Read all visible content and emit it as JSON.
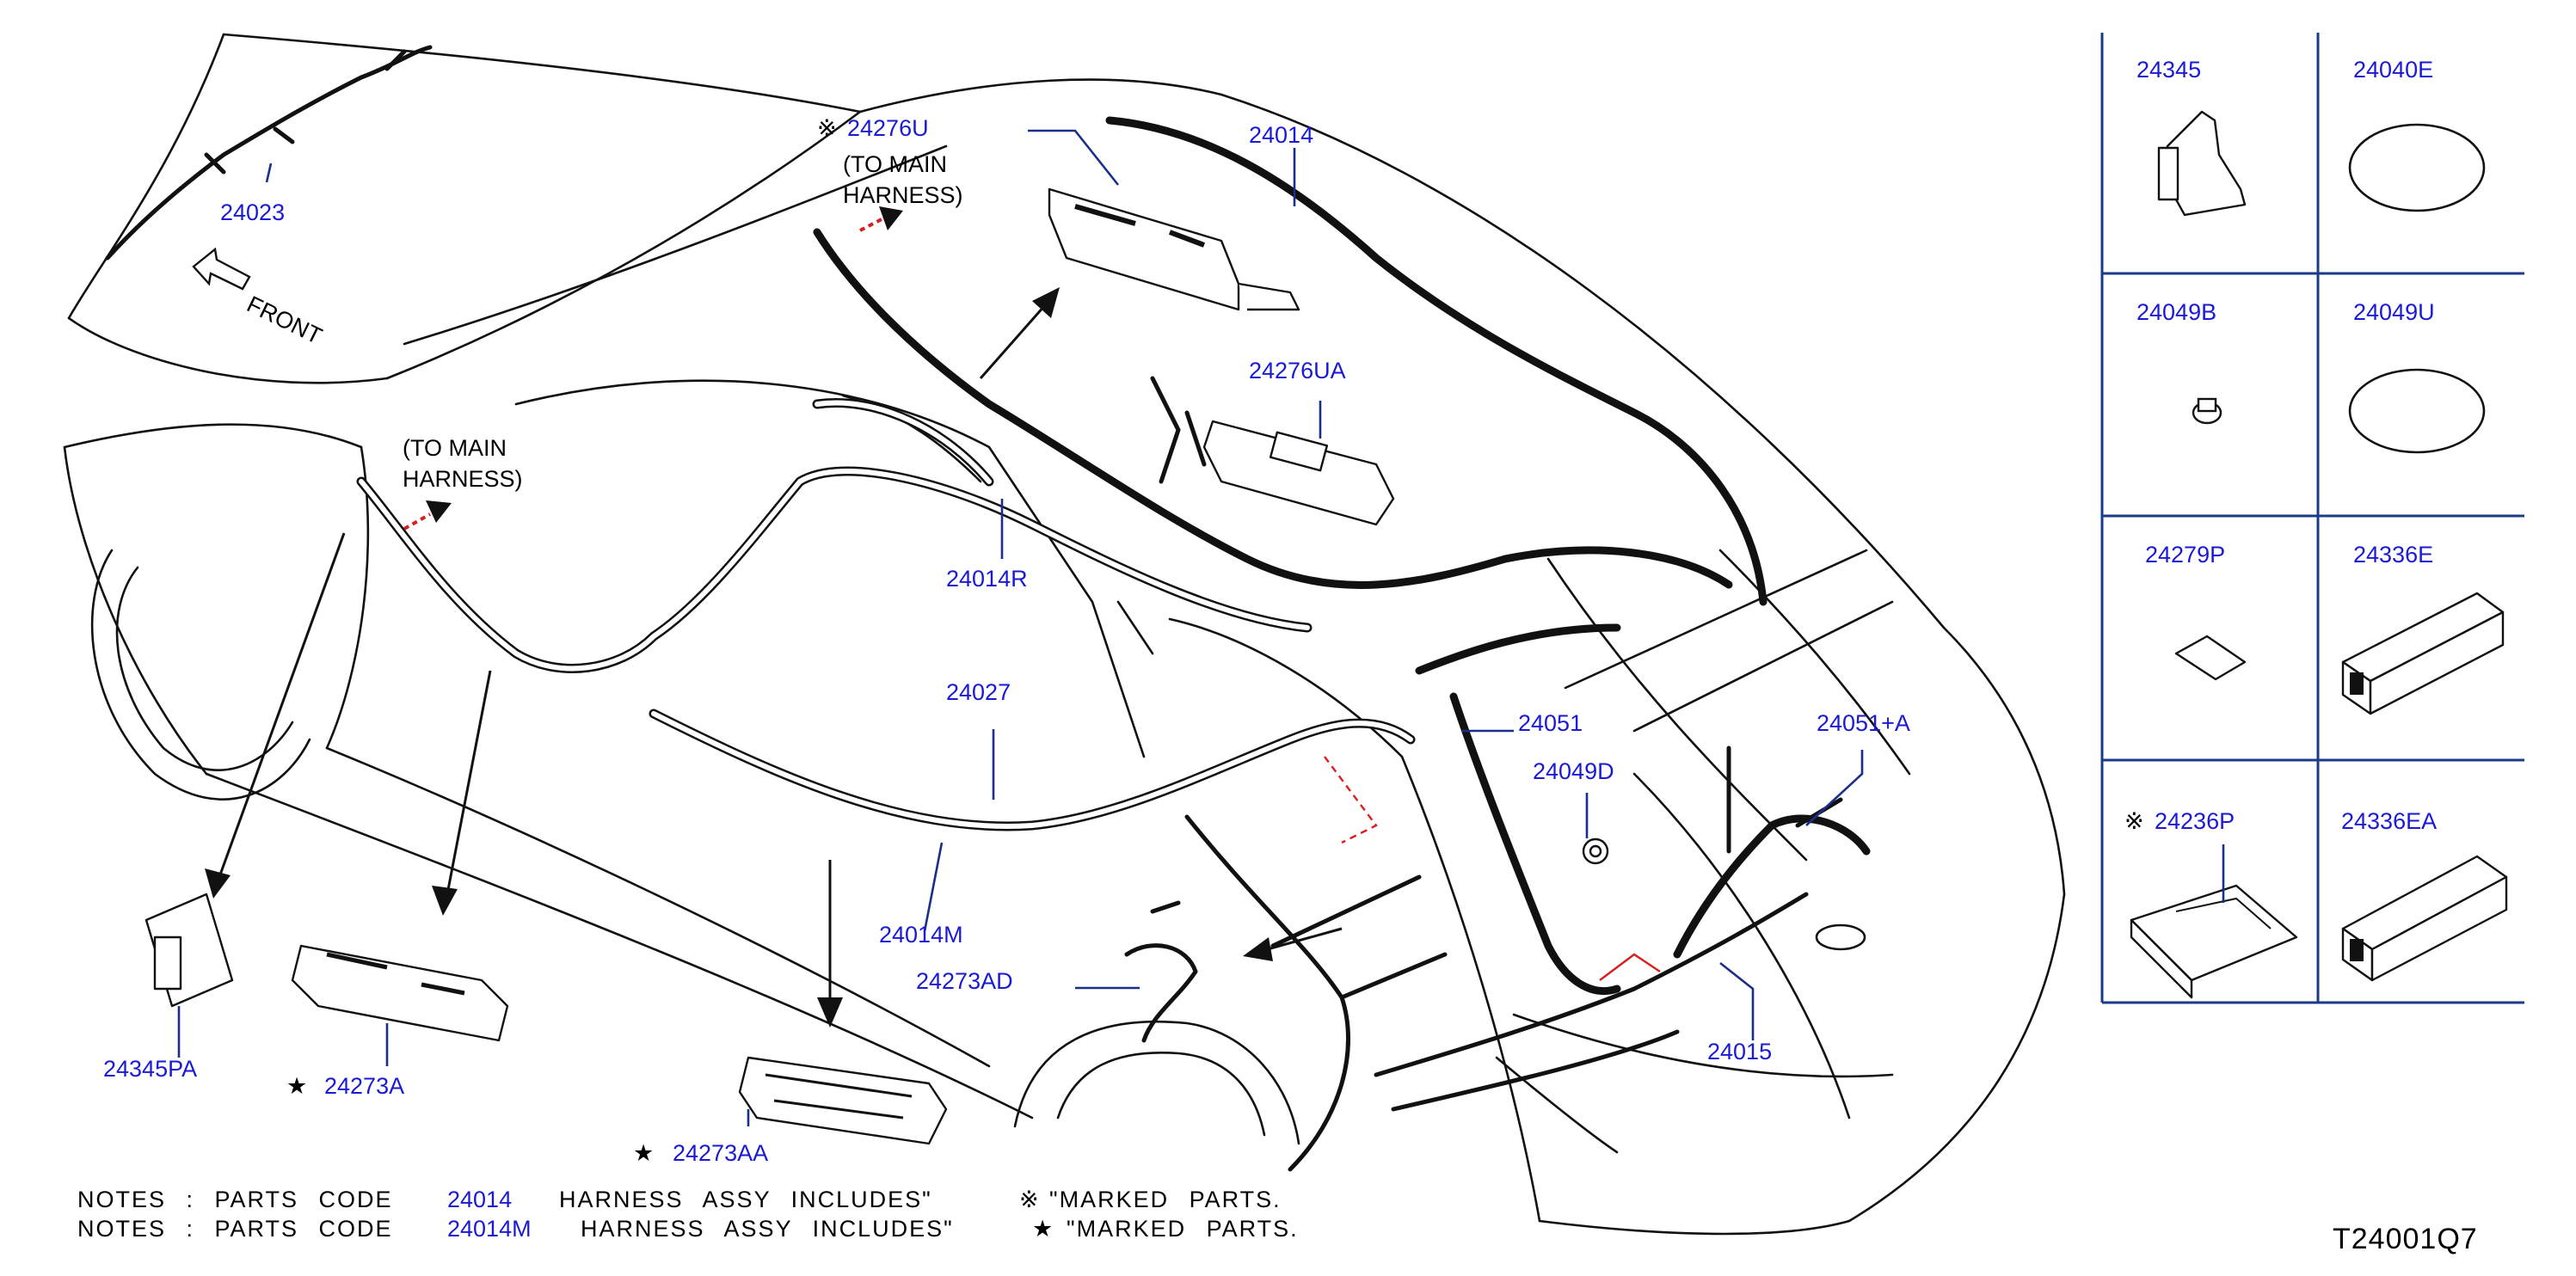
{
  "callouts": {
    "c24023": "24023",
    "c24276U": "24276U",
    "to_main_1_line1": "(TO   MAIN",
    "to_main_1_line2": "HARNESS)",
    "c24014": "24014",
    "front": "FRONT",
    "to_main_2_line1": "(TO   MAIN",
    "to_main_2_line2": "HARNESS)",
    "c24276UA": "24276UA",
    "c24014R": "24014R",
    "c24027": "24027",
    "c24051": "24051",
    "c24051A": "24051+A",
    "c24049D": "24049D",
    "c24014M": "24014M",
    "c24273AD": "24273AD",
    "c24015": "24015",
    "c24345PA": "24345PA",
    "c24273A": "24273A",
    "c24273AA": "24273AA"
  },
  "symbols": {
    "ref_mark": "※",
    "star_mark": "★"
  },
  "notes": {
    "line1": {
      "prefix": "NOTES   :   PARTS   CODE",
      "code": "24014",
      "suffix": "HARNESS   ASSY   INCLUDES\"",
      "mark_text": "\"MARKED   PARTS."
    },
    "line2": {
      "prefix": "NOTES   :   PARTS   CODE",
      "code": "24014M",
      "suffix": "HARNESS   ASSY   INCLUDES\"",
      "mark_text": "\"MARKED   PARTS."
    }
  },
  "diagram_code": "T24001Q7",
  "parts_grid": {
    "cells": [
      {
        "label": "24345",
        "marked": false
      },
      {
        "label": "24040E",
        "marked": false
      },
      {
        "label": "24049B",
        "marked": false
      },
      {
        "label": "24049U",
        "marked": false
      },
      {
        "label": "24279P",
        "marked": false
      },
      {
        "label": "24336E",
        "marked": false
      },
      {
        "label": "24236P",
        "marked": true
      },
      {
        "label": "24336EA",
        "marked": false
      }
    ]
  },
  "colors": {
    "callout": "#1a1ad6",
    "leader": "#1a2f8a",
    "grid": "#1a3a8a",
    "direction_arrow": "#d81e1e",
    "ink": "#111111"
  }
}
